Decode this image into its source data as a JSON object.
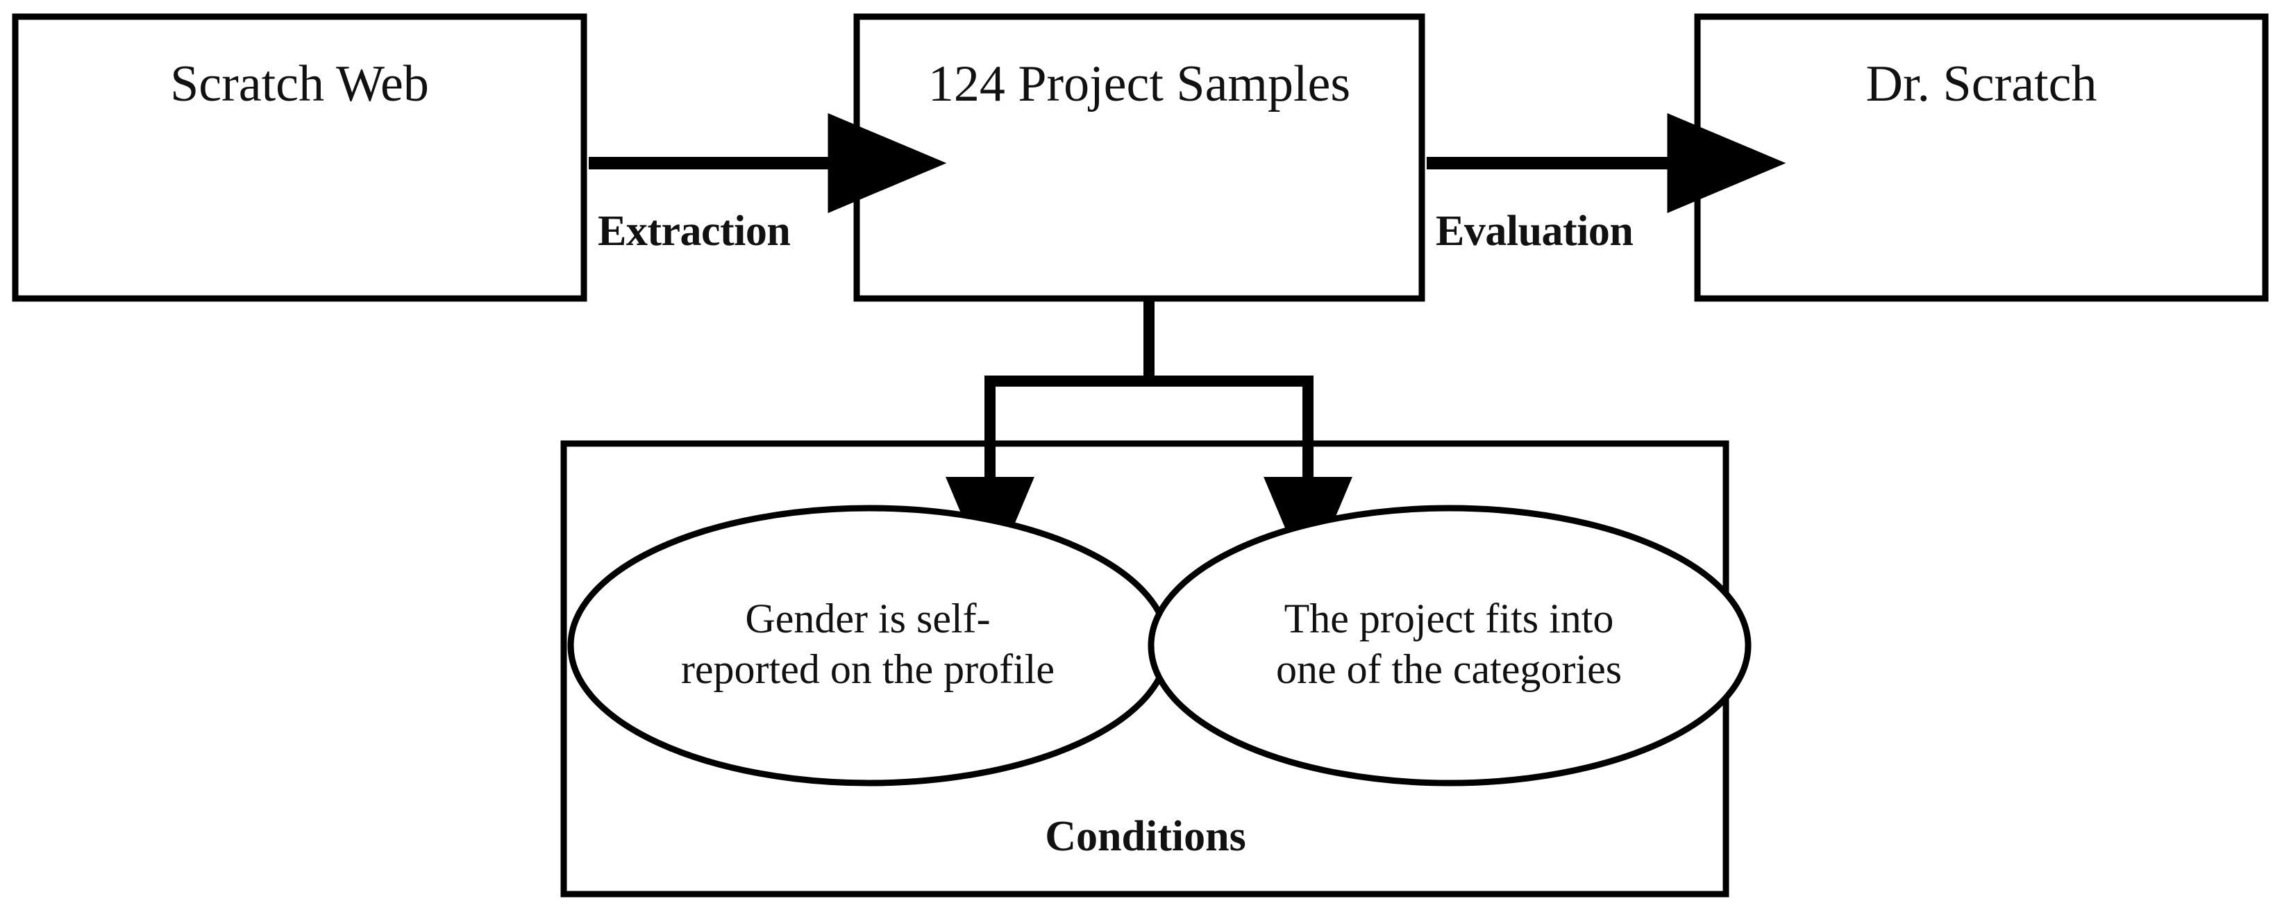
{
  "diagram": {
    "type": "flowchart",
    "title": "Scratch project sample selection and evaluation flow",
    "stroke_color": "#000000",
    "fill_color": "#ffffff",
    "nodes": [
      {
        "id": "scratch-web",
        "shape": "rectangle",
        "label": "Scratch Web"
      },
      {
        "id": "project-samples",
        "shape": "rectangle",
        "label": "124 Project Samples"
      },
      {
        "id": "dr-scratch",
        "shape": "rectangle",
        "label": "Dr. Scratch"
      },
      {
        "id": "condition-gender",
        "shape": "ellipse",
        "label_line_1": "Gender is self-",
        "label_line_2": "reported on the profile"
      },
      {
        "id": "condition-category",
        "shape": "ellipse",
        "label_line_1": "The project fits into",
        "label_line_2": "one of the categories"
      },
      {
        "id": "conditions-group",
        "shape": "rectangle",
        "label": "Conditions"
      }
    ],
    "edges": [
      {
        "id": "edge-extraction",
        "from": "scratch-web",
        "to": "project-samples",
        "label": "Extraction",
        "arrow": "right"
      },
      {
        "id": "edge-evaluation",
        "from": "project-samples",
        "to": "dr-scratch",
        "label": "Evaluation",
        "arrow": "right"
      },
      {
        "id": "edge-to-gender",
        "from": "project-samples",
        "to": "condition-gender",
        "label": "",
        "arrow": "down"
      },
      {
        "id": "edge-to-category",
        "from": "project-samples",
        "to": "condition-category",
        "label": "",
        "arrow": "down"
      }
    ]
  },
  "boxes": {
    "scratch_web": "Scratch Web",
    "project_samples": "124 Project Samples",
    "dr_scratch": "Dr. Scratch"
  },
  "edge_labels": {
    "extraction": "Extraction",
    "evaluation": "Evaluation"
  },
  "conditions": {
    "group_label": "Conditions",
    "items": [
      {
        "line1": "Gender is self-",
        "line2": "reported on the profile",
        "full": "Gender is self-reported on the profile"
      },
      {
        "line1": "The project fits into",
        "line2": "one of the categories",
        "full": "The project fits into one of the categories"
      }
    ]
  }
}
